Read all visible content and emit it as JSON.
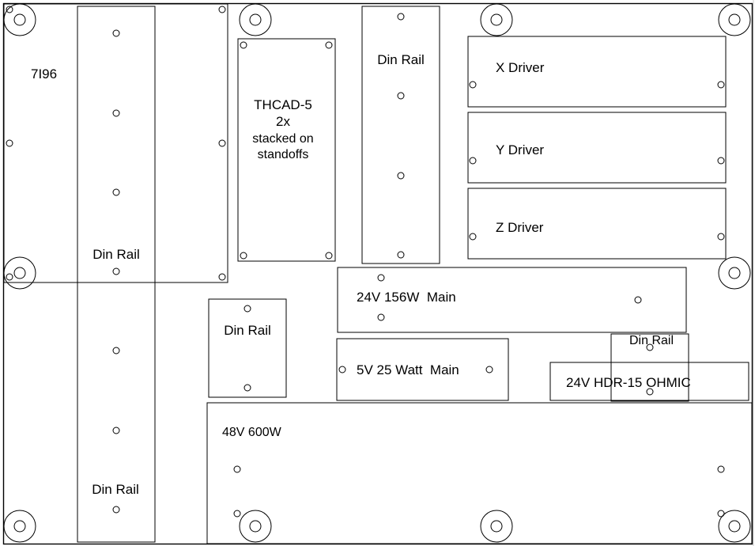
{
  "labels": {
    "board_7i96": "7I96",
    "din_rail_left_top": "Din Rail",
    "din_rail_left_bottom": "Din Rail",
    "thcad_line1": "THCAD-5",
    "thcad_line2": "2x",
    "thcad_line3": "stacked on",
    "thcad_line4": "standoffs",
    "din_rail_center": "Din Rail",
    "x_driver": "X Driver",
    "y_driver": "Y Driver",
    "z_driver": "Z Driver",
    "psu_24v_main": "24V 156W  Main",
    "din_rail_small": "Din Rail",
    "psu_5v_main": "5V 25 Watt  Main",
    "din_rail_right": "Din Rail",
    "psu_24v_ohmic": "24V HDR-15 OHMIC",
    "psu_48v": "48V 600W"
  },
  "colors": {
    "line": "#000000",
    "background": "#ffffff",
    "edge": "#cccccc"
  }
}
